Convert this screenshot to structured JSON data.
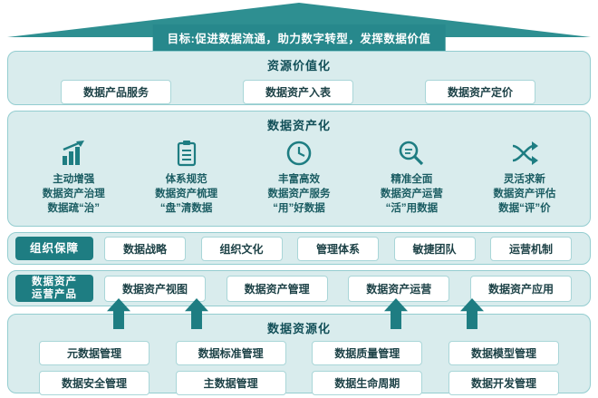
{
  "colors": {
    "dark_teal": "#1e7d82",
    "roof_teal": "#2e8f91",
    "panel_bg": "#d9eced",
    "panel_border": "#94cdd0",
    "title_text": "#124f58"
  },
  "banner": {
    "goal": "目标:促进数据流通，助力数字转型，发挥数据价值"
  },
  "value_section": {
    "title": "资源价值化",
    "items": [
      "数据产品服务",
      "数据资产入表",
      "数据资产定价"
    ]
  },
  "assetization_section": {
    "title": "数据资产化",
    "columns": [
      {
        "icon": "bar-chart-growth-icon",
        "lines": [
          "主动增强",
          "数据资产治理",
          "数据疏“治”"
        ]
      },
      {
        "icon": "clipboard-checklist-icon",
        "lines": [
          "体系规范",
          "数据资产梳理",
          "“盘”清数据"
        ]
      },
      {
        "icon": "clock-icon",
        "lines": [
          "丰富高效",
          "数据资产服务",
          "“用”好数据"
        ]
      },
      {
        "icon": "magnifier-icon",
        "lines": [
          "精准全面",
          "数据资产运营",
          "“活”用数据"
        ]
      },
      {
        "icon": "shuffle-arrows-icon",
        "lines": [
          "灵活求新",
          "数据资产评估",
          "数据“评”价"
        ]
      }
    ]
  },
  "org_row": {
    "label": "组织保障",
    "items": [
      "数据战略",
      "组织文化",
      "管理体系",
      "敏捷团队",
      "运营机制"
    ]
  },
  "product_row": {
    "label_line1": "数据资产",
    "label_line2": "运营产品",
    "items": [
      "数据资产视图",
      "数据资产管理",
      "数据资产运营",
      "数据资产应用"
    ]
  },
  "resource_section": {
    "title": "数据资源化",
    "rows": [
      [
        "元数据管理",
        "数据标准管理",
        "数据质量管理",
        "数据模型管理"
      ],
      [
        "数据安全管理",
        "主数据管理",
        "数据生命周期",
        "数据开发管理"
      ]
    ]
  }
}
